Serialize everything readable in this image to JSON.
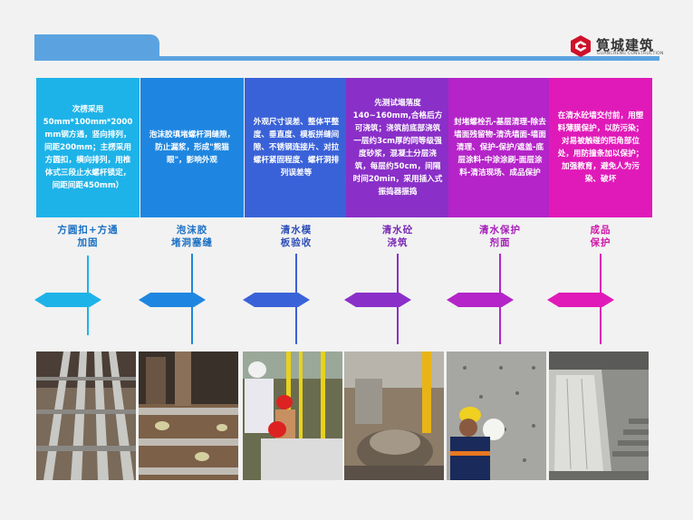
{
  "logo": {
    "name_cn": "筧城建筑",
    "name_en": "GUANCHENG CONSTRUCTION",
    "color": "#d0102a"
  },
  "steps": [
    {
      "description": "次楞采用 50mm*100mm*2000 mm钢方通，竖向排列，间距200mm；主楞采用方圆扣，横向排列，用椎体式三段止水螺杆锁定，间距间距450mm）",
      "title_line1": "方圆扣+方通",
      "title_line2": "加固",
      "card_color": "#1eb3e8",
      "title_color": "#1a6fc4",
      "photo_icon": "formwork-clamp-photo"
    },
    {
      "description": "泡沫胶填堵螺杆洞缝隙，防止漏浆，形成\"熊猫眼\"，影响外观",
      "title_line1": "泡沫胶",
      "title_line2": "堵洞塞缝",
      "card_color": "#1e86e0",
      "title_color": "#1a6fc4",
      "photo_icon": "foam-sealing-photo"
    },
    {
      "description": "外观尺寸误差、整体平整度、垂直度、模板拼缝间隙、不锈钢连接片、对拉螺杆紧固程度、螺杆洞排列误差等",
      "title_line1": "清水模",
      "title_line2": "板验收",
      "card_color": "#3a62d8",
      "title_color": "#2f4fb8",
      "photo_icon": "formwork-inspection-photo"
    },
    {
      "description": "先测试塌落度 140~160mm,合格后方可浇筑；浇筑前底部浇筑一层约3cm厚的同等级强度砂浆，混凝土分层浇筑，每层约50cm，间隔时间20min，采用插入式振捣器振捣",
      "title_line1": "清水砼",
      "title_line2": "浇筑",
      "card_color": "#8a2fc8",
      "title_color": "#7a2ab8",
      "photo_icon": "concrete-pouring-photo"
    },
    {
      "description": "封堵螺栓孔-基层清理-除去墙面残留物-清洗墙面-墙面清理、保护-保护/遮盖-底层涂料-中涂涂刷-面层涂料-清洁现场、成品保护",
      "title_line1": "清水保护",
      "title_line2": "剂面",
      "card_color": "#b424c8",
      "title_color": "#a51fb8",
      "photo_icon": "surface-grinding-photo"
    },
    {
      "description": "在清水砼墙交付前，用塑料薄膜保护，以防污染；对易被触碰的阳角部位处，用防撞条加以保护；加强教育，避免人为污染、破坏",
      "title_line1": "成品",
      "title_line2": "保护",
      "card_color": "#e01ab8",
      "title_color": "#d014a8",
      "photo_icon": "film-protection-photo"
    }
  ]
}
